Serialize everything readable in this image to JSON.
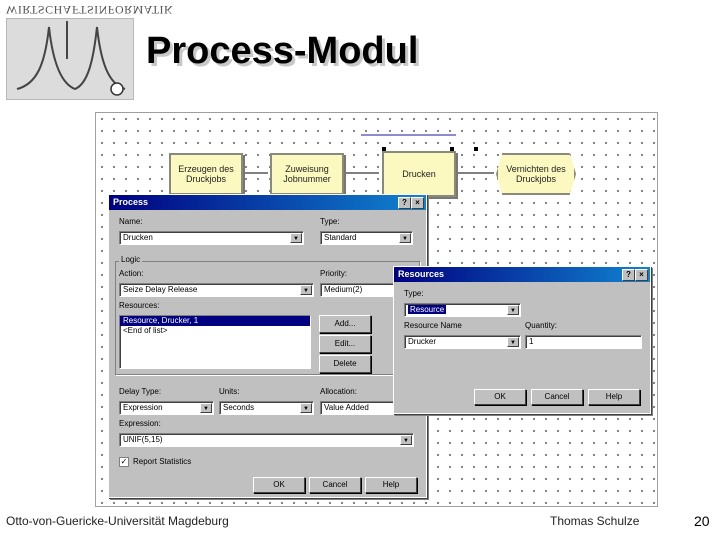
{
  "logo": {
    "text": "WIRTSCHAFTSINFORMATIK"
  },
  "title": "Process-Modul",
  "flow": {
    "box1": "Erzeugen des Druckjobs",
    "box2": "Zuweisung Jobnummer",
    "box3": "Drucken",
    "box4": "Vernichten des Druckjobs"
  },
  "process_dialog": {
    "title": "Process",
    "help_btn": "?",
    "close_btn": "×",
    "name_label": "Name:",
    "name_value": "Drucken",
    "type_label": "Type:",
    "type_value": "Standard",
    "logic_group": "Logic",
    "action_label": "Action:",
    "action_value": "Seize Delay Release",
    "priority_label": "Priority:",
    "priority_value": "Medium(2)",
    "resources_label": "Resources:",
    "resources": [
      "Resource, Drucker, 1",
      "<End of list>"
    ],
    "add_btn": "Add...",
    "edit_btn": "Edit...",
    "delete_btn": "Delete",
    "delay_type_label": "Delay Type:",
    "delay_type_value": "Expression",
    "units_label": "Units:",
    "units_value": "Seconds",
    "allocation_label": "Allocation:",
    "allocation_value": "Value Added",
    "expression_label": "Expression:",
    "expression_value": "UNIF(5,15)",
    "report_label": "Report Statistics",
    "report_checked": true,
    "ok_btn": "OK",
    "cancel_btn": "Cancel",
    "help2_btn": "Help"
  },
  "resources_dialog": {
    "title": "Resources",
    "help_btn": "?",
    "close_btn": "×",
    "type_label": "Type:",
    "type_value": "Resource",
    "resource_name_label": "Resource Name",
    "resource_name_value": "Drucker",
    "quantity_label": "Quantity:",
    "quantity_value": "1",
    "ok_btn": "OK",
    "cancel_btn": "Cancel",
    "help2_btn": "Help"
  },
  "footer": {
    "left": "Otto-von-Guericke-Universität Magdeburg",
    "right": "Thomas Schulze",
    "page": "20"
  }
}
